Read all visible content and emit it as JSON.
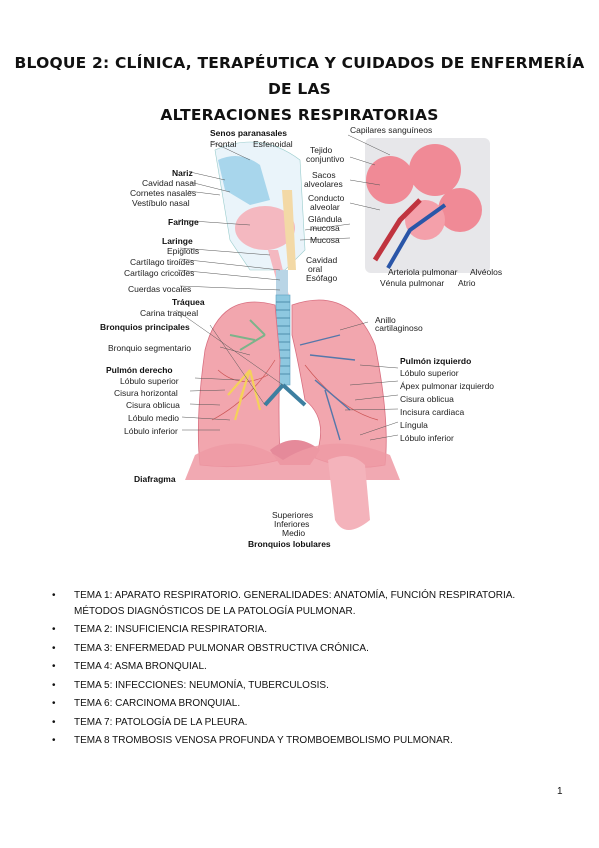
{
  "title": {
    "line1": "BLOQUE 2: CLÍNICA, TERAPÉUTICA Y CUIDADOS DE ENFERMERÍA DE LAS",
    "line2": "ALTERACIONES RESPIRATORIAS"
  },
  "figure": {
    "senos_title": "Senos paranasales",
    "frontal": "Frontal",
    "esfenoidal": "Esfenoidal",
    "nariz": "Nariz",
    "cavidad_nasal": "Cavidad nasal",
    "cornetes": "Cornetes nasales",
    "vestibulo": "Vestíbulo nasal",
    "faringe": "Faringe",
    "laringe": "Laringe",
    "epiglotis": "Epiglotis",
    "tiroides": "Cartílago tiroides",
    "cricoides": "Cartílago cricoides",
    "cuerdas": "Cuerdas vocales",
    "traquea": "Tráquea",
    "carina": "Carina traqueal",
    "bronquios_principales": "Bronquios principales",
    "bronquio_segmentario": "Bronquio segmentario",
    "pulmon_derecho": "Pulmón derecho",
    "lobulo_superior_d": "Lóbulo superior",
    "cisura_horizontal": "Cisura horizontal",
    "cisura_oblicua_d": "Cisura oblicua",
    "lobulo_medio": "Lóbulo medio",
    "lobulo_inferior_d": "Lóbulo inferior",
    "diafragma": "Diafragma",
    "capilares": "Capilares sanguíneos",
    "tejido": "Tejido",
    "conjuntivo": "conjuntivo",
    "sacos": "Sacos",
    "alveolares": "alveolares",
    "conducto": "Conducto",
    "alveolar": "alveolar",
    "glandula": "Glándula",
    "mucosa_gl": "mucosa",
    "mucosa": "Mucosa",
    "cavidad": "Cavidad",
    "oral": "oral",
    "esofago": "Esófago",
    "arteriola": "Arteriola pulmonar",
    "venula": "Vénula pulmonar",
    "alveolos": "Alvéolos",
    "atrio": "Atrio",
    "anillo": "Anillo",
    "cartilaginoso": "cartilaginoso",
    "pulmon_izquierdo": "Pulmón izquierdo",
    "lobulo_superior_i": "Lóbulo superior",
    "apex": "Ápex pulmonar izquierdo",
    "cisura_oblicua_i": "Cisura oblicua",
    "incisura": "Incisura cardiaca",
    "lingula": "Língula",
    "lobulo_inferior_i": "Lóbulo inferior",
    "superiores": "Superiores",
    "inferiores": "Inferiores",
    "medio": "Medio",
    "bronquios_lobulares": "Bronquios lobulares"
  },
  "topics": [
    "TEMA 1: APARATO RESPIRATORIO. GENERALIDADES: ANATOMÍA, FUNCIÓN RESPIRATORIA. MÉTODOS DIAGNÓSTICOS DE LA PATOLOGÍA PULMONAR.",
    "TEMA 2: INSUFICIENCIA RESPIRATORIA.",
    "TEMA 3: ENFERMEDAD PULMONAR OBSTRUCTIVA CRÓNICA.",
    "TEMA 4: ASMA BRONQUIAL.",
    "TEMA 5: INFECCIONES: NEUMONÍA, TUBERCULOSIS.",
    "TEMA 6: CARCINOMA BRONQUIAL.",
    "TEMA 7: PATOLOGÍA DE LA PLEURA.",
    "TEMA 8 TROMBOSIS VENOSA PROFUNDA Y TROMBOEMBOLISMO PULMONAR."
  ],
  "bullet": "•",
  "page_number": "1",
  "colors": {
    "lung": "#f2a6ae",
    "lung_dark": "#d86f80",
    "trachea": "#8ec8e0",
    "bronchi_yellow": "#f5d15a",
    "bronchi_green": "#7cb38a",
    "alveoli": "#f08a96"
  }
}
